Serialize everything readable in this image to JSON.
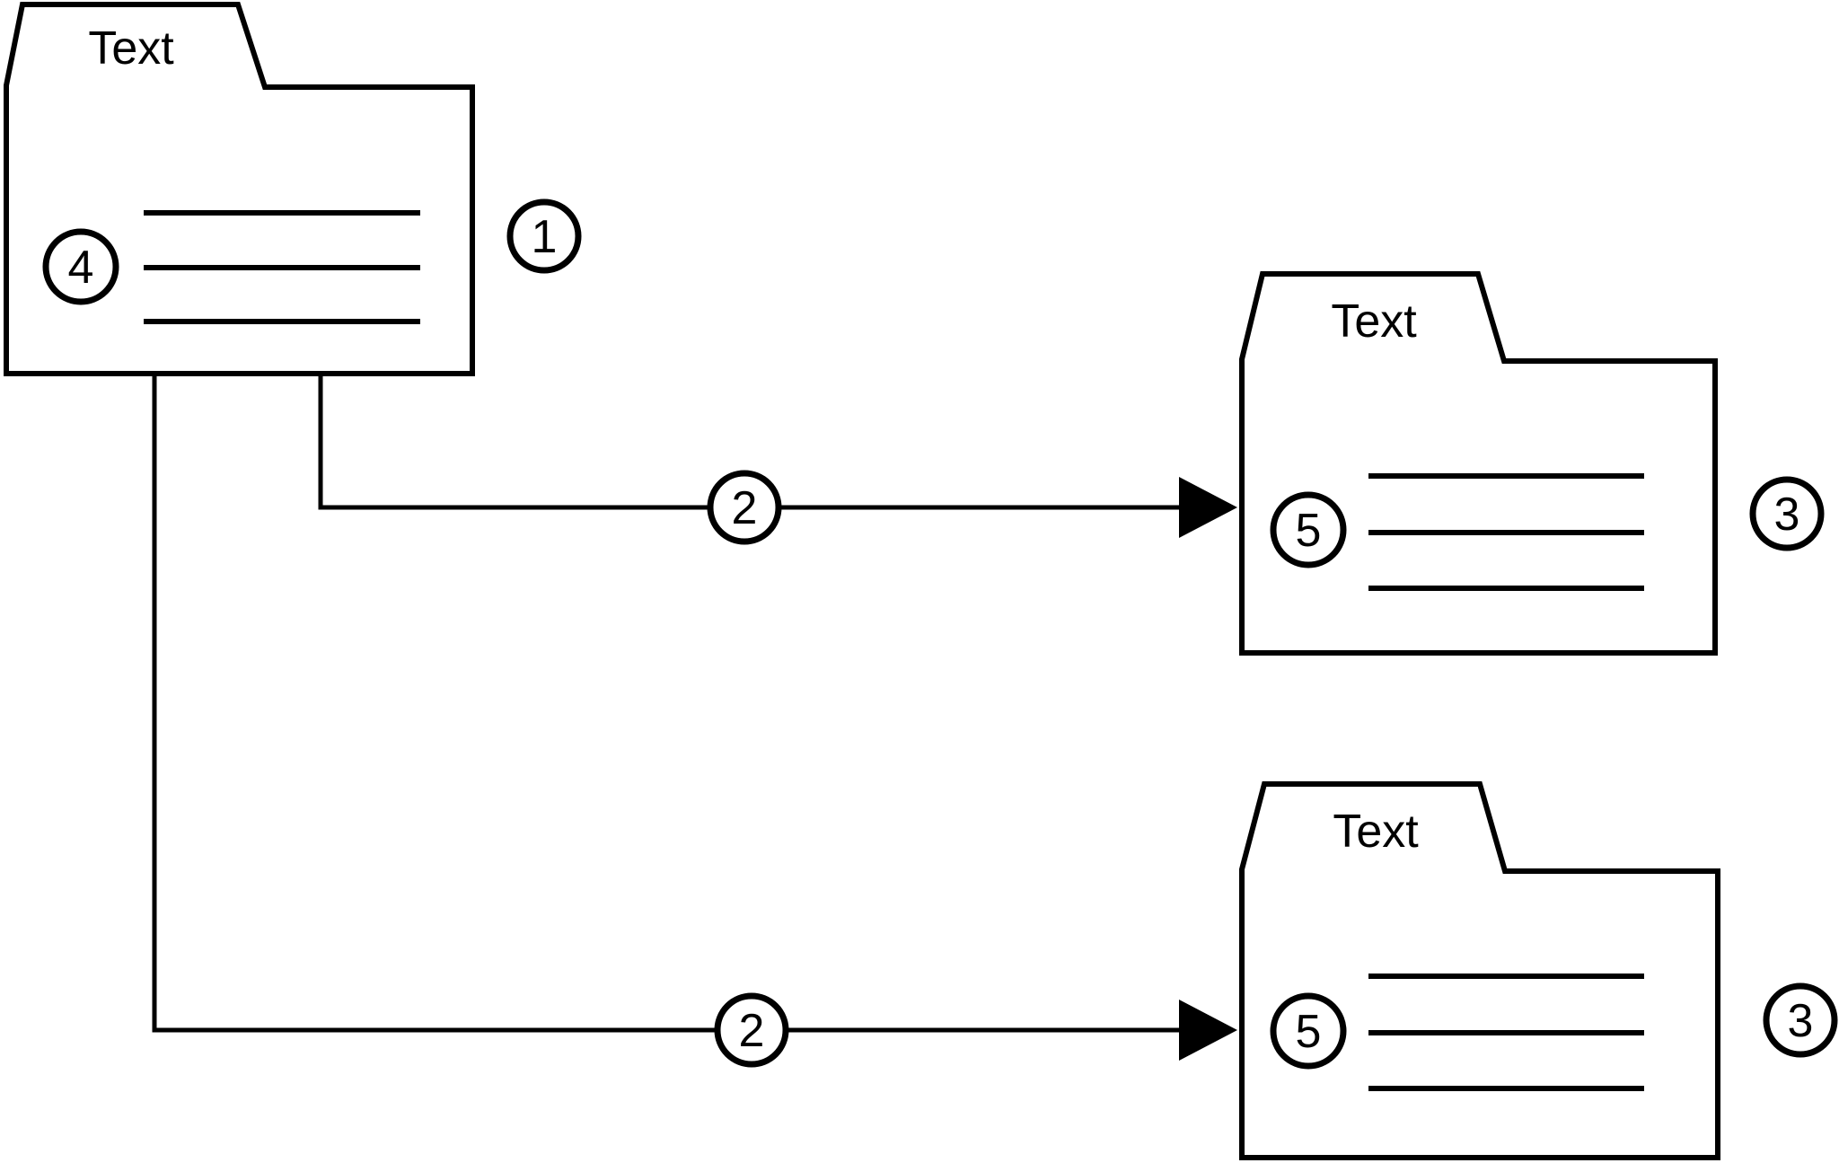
{
  "diagram": {
    "background": "#ffffff",
    "line_color": "#000000",
    "source_folder": {
      "label": "Text",
      "badge": "4",
      "annotation": "1"
    },
    "top_target_folder": {
      "label": "Text",
      "badge": "5",
      "annotation": "3"
    },
    "bottom_target_folder": {
      "label": "Text",
      "badge": "5",
      "annotation": "3"
    },
    "top_connector": {
      "label": "2",
      "from": "source-folder",
      "to": "top-target-folder"
    },
    "bottom_connector": {
      "label": "2",
      "from": "source-folder",
      "to": "bottom-target-folder"
    }
  }
}
